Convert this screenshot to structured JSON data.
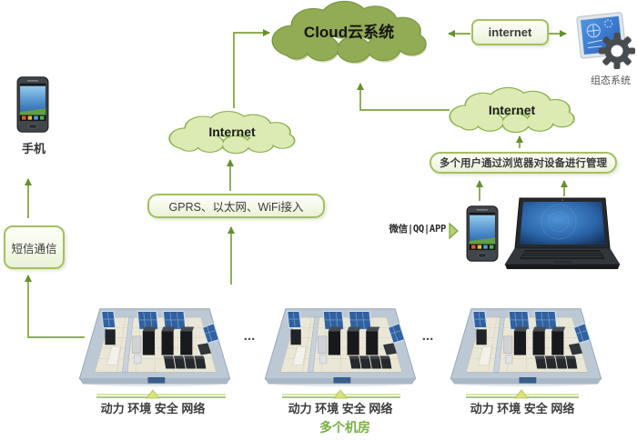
{
  "clouds": {
    "main": "Cloud云系统",
    "left": "Internet",
    "right": "Internet"
  },
  "boxes": {
    "internet": "internet",
    "access": "GPRS、以太网、WiFi接入",
    "sms": "短信通信",
    "web": "多个用户通过浏览器对设备进行管理"
  },
  "labels": {
    "phone": "手机",
    "scada": "组态系统",
    "apps": "微信|QQ|APP",
    "room_caption": "动力 环境 安全 网络",
    "rooms_title": "多个机房",
    "ellipsis": "..."
  },
  "colors": {
    "accent_green": "#7da33b",
    "cloud_dark_fill": "#92ab55",
    "cloud_light_fill": "#dcebb4",
    "box_border": "#a3c05f",
    "title_green": "#76b043"
  }
}
